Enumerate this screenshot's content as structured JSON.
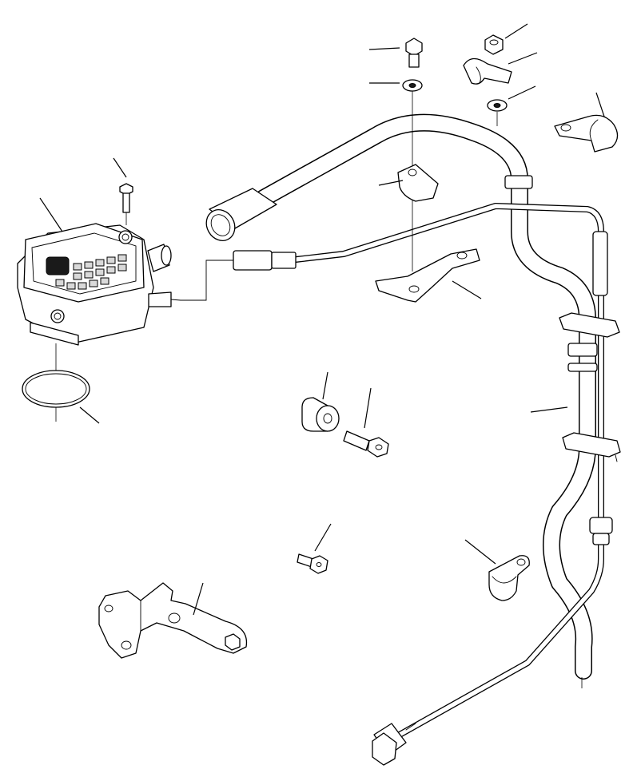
{
  "diagram": {
    "background": "#ffffff",
    "line_color": "#000000",
    "parts": [
      {
        "id": "controller-module",
        "icon": "electronic-control-unit-icon"
      },
      {
        "id": "o-ring-seal",
        "icon": "o-ring-icon"
      },
      {
        "id": "hose-assembly",
        "icon": "hose-icon"
      },
      {
        "id": "wire-harness",
        "icon": "harness-icon"
      },
      {
        "id": "mounting-bracket",
        "icon": "bracket-icon"
      },
      {
        "id": "clamp",
        "icon": "clamp-icon"
      },
      {
        "id": "spacer",
        "icon": "spacer-icon"
      },
      {
        "id": "bolt",
        "icon": "bolt-icon"
      },
      {
        "id": "washer",
        "icon": "washer-icon"
      },
      {
        "id": "nut",
        "icon": "nut-icon"
      }
    ]
  }
}
